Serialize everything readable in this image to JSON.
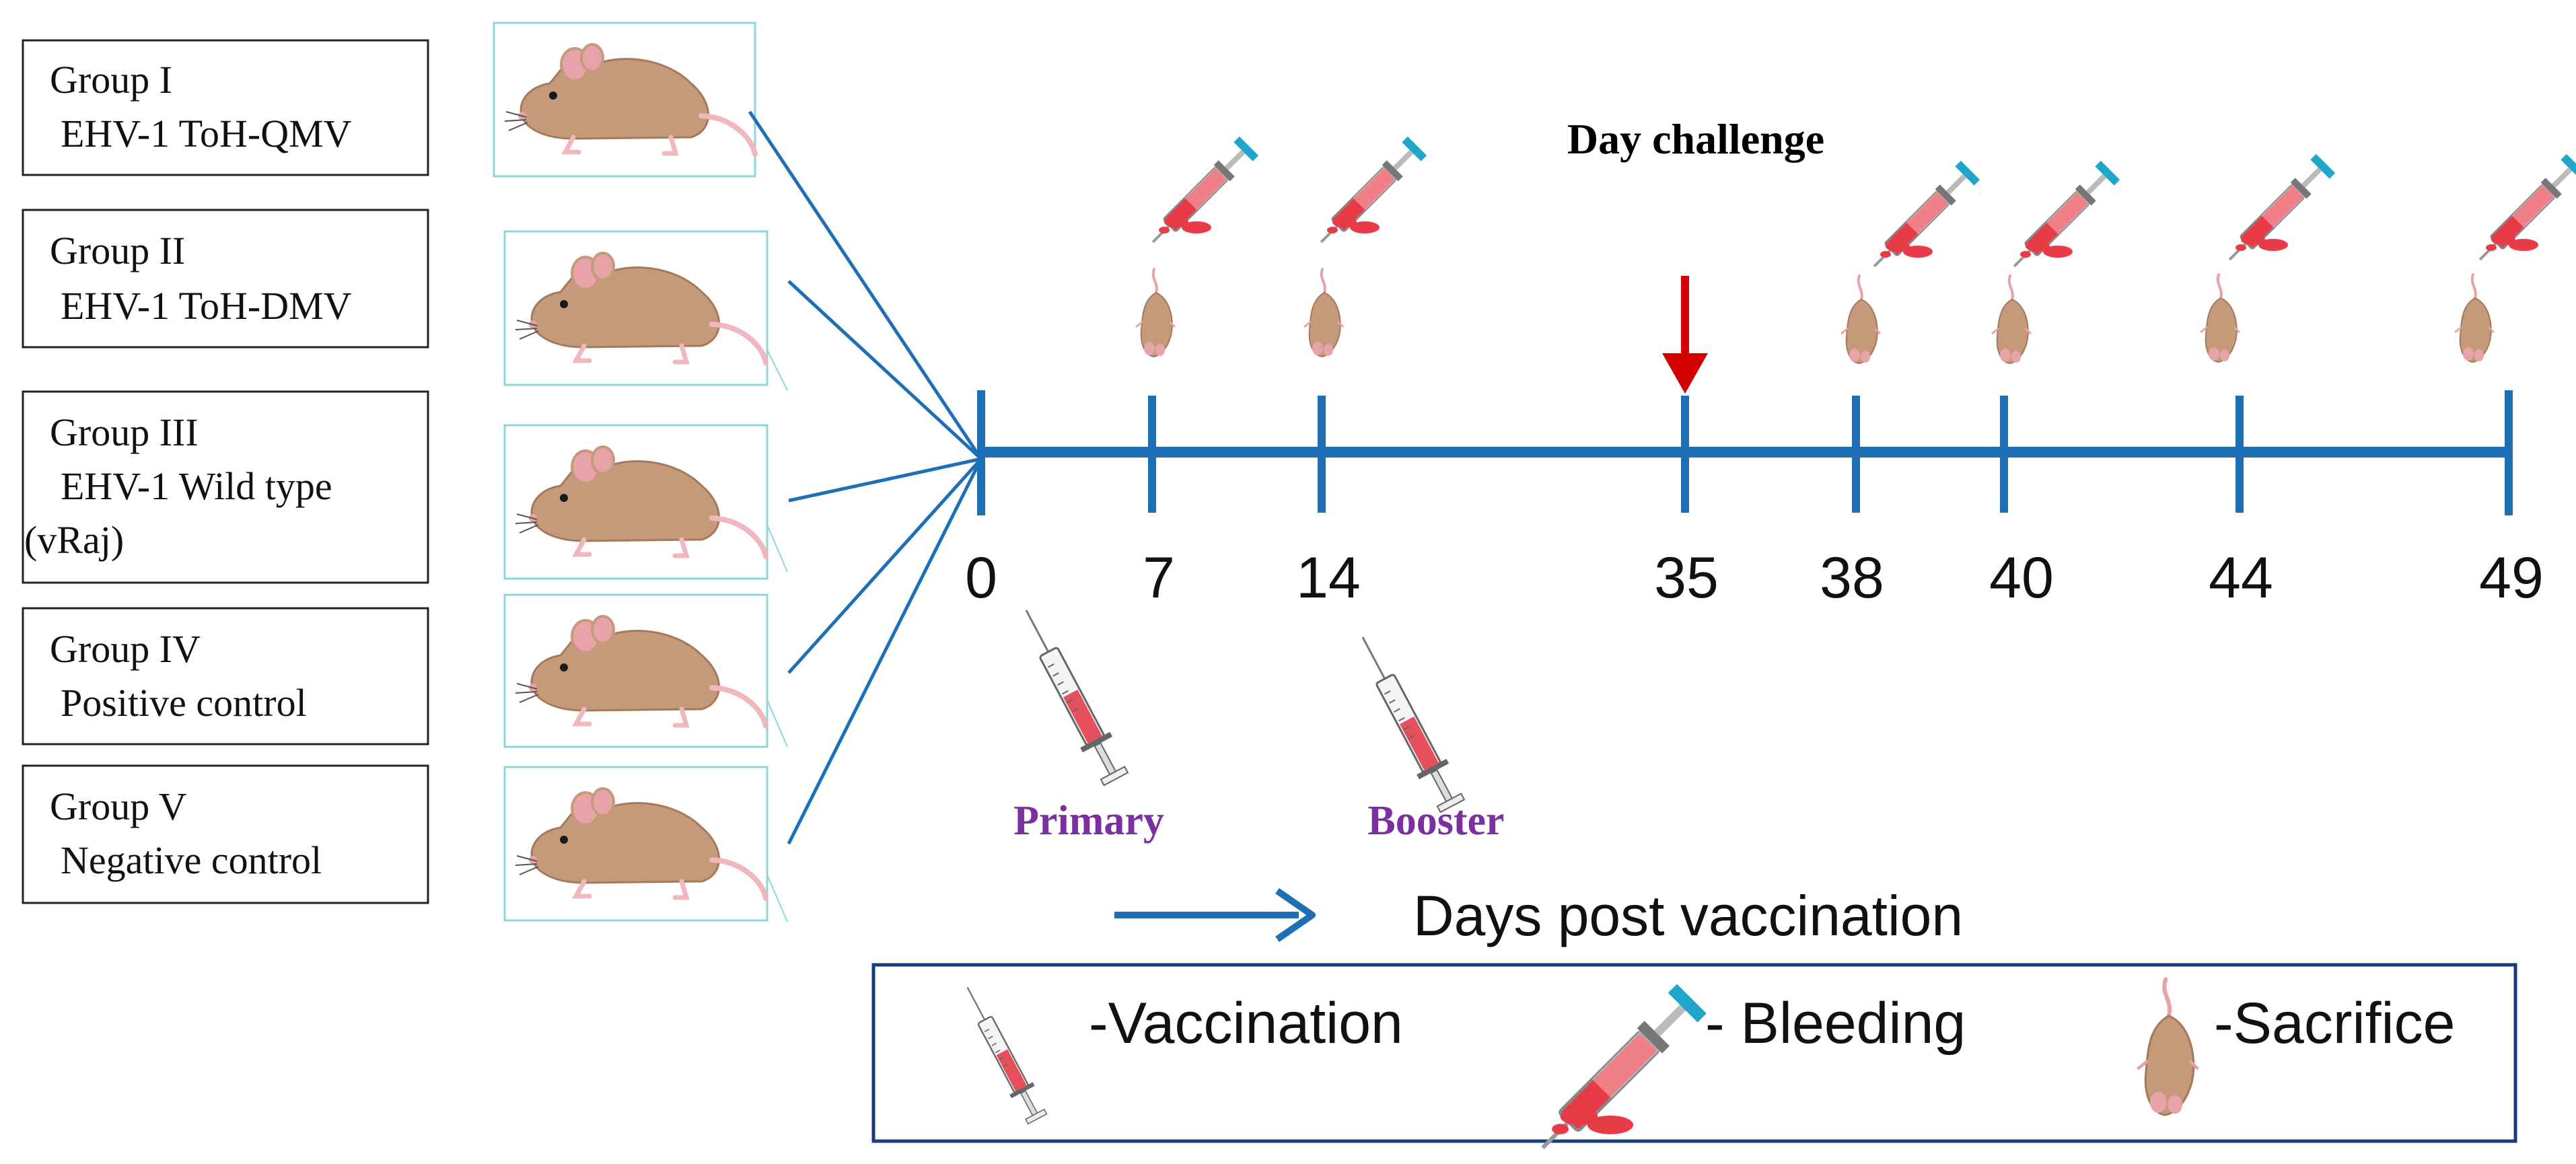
{
  "groups": [
    {
      "line1": "Group I",
      "line2": "EHV-1 ToH-QMV",
      "line3": ""
    },
    {
      "line1": "Group II",
      "line2": "EHV-1 ToH-DMV",
      "line3": ""
    },
    {
      "line1": "Group III",
      "line2": "EHV-1 Wild type",
      "line3": "(vRaj)"
    },
    {
      "line1": "Group IV",
      "line2": "Positive control",
      "line3": ""
    },
    {
      "line1": "Group V",
      "line2": "Negative control",
      "line3": ""
    }
  ],
  "timeline": {
    "days": [
      "0",
      "7",
      "14",
      "35",
      "38",
      "40",
      "44",
      "49"
    ],
    "challenge_label": "Day challenge",
    "challenge_day": "35",
    "vaccination_days": [
      "0",
      "14"
    ],
    "bleeding_sacrifice_days": [
      "7",
      "14",
      "38",
      "40",
      "44",
      "49"
    ],
    "primary_label": "Primary",
    "booster_label": "Booster",
    "axis_caption": "Days post vaccination"
  },
  "legend": {
    "vaccination": "-Vaccination",
    "bleeding": "- Bleeding",
    "sacrifice": "-Sacrifice"
  },
  "colors": {
    "timeline": "#1f6fb5",
    "challenge_arrow": "#d40000",
    "dose_label": "#7b2fa0",
    "legend_border": "#1a3a7a",
    "mouse_frame": "#8fd6d8"
  }
}
